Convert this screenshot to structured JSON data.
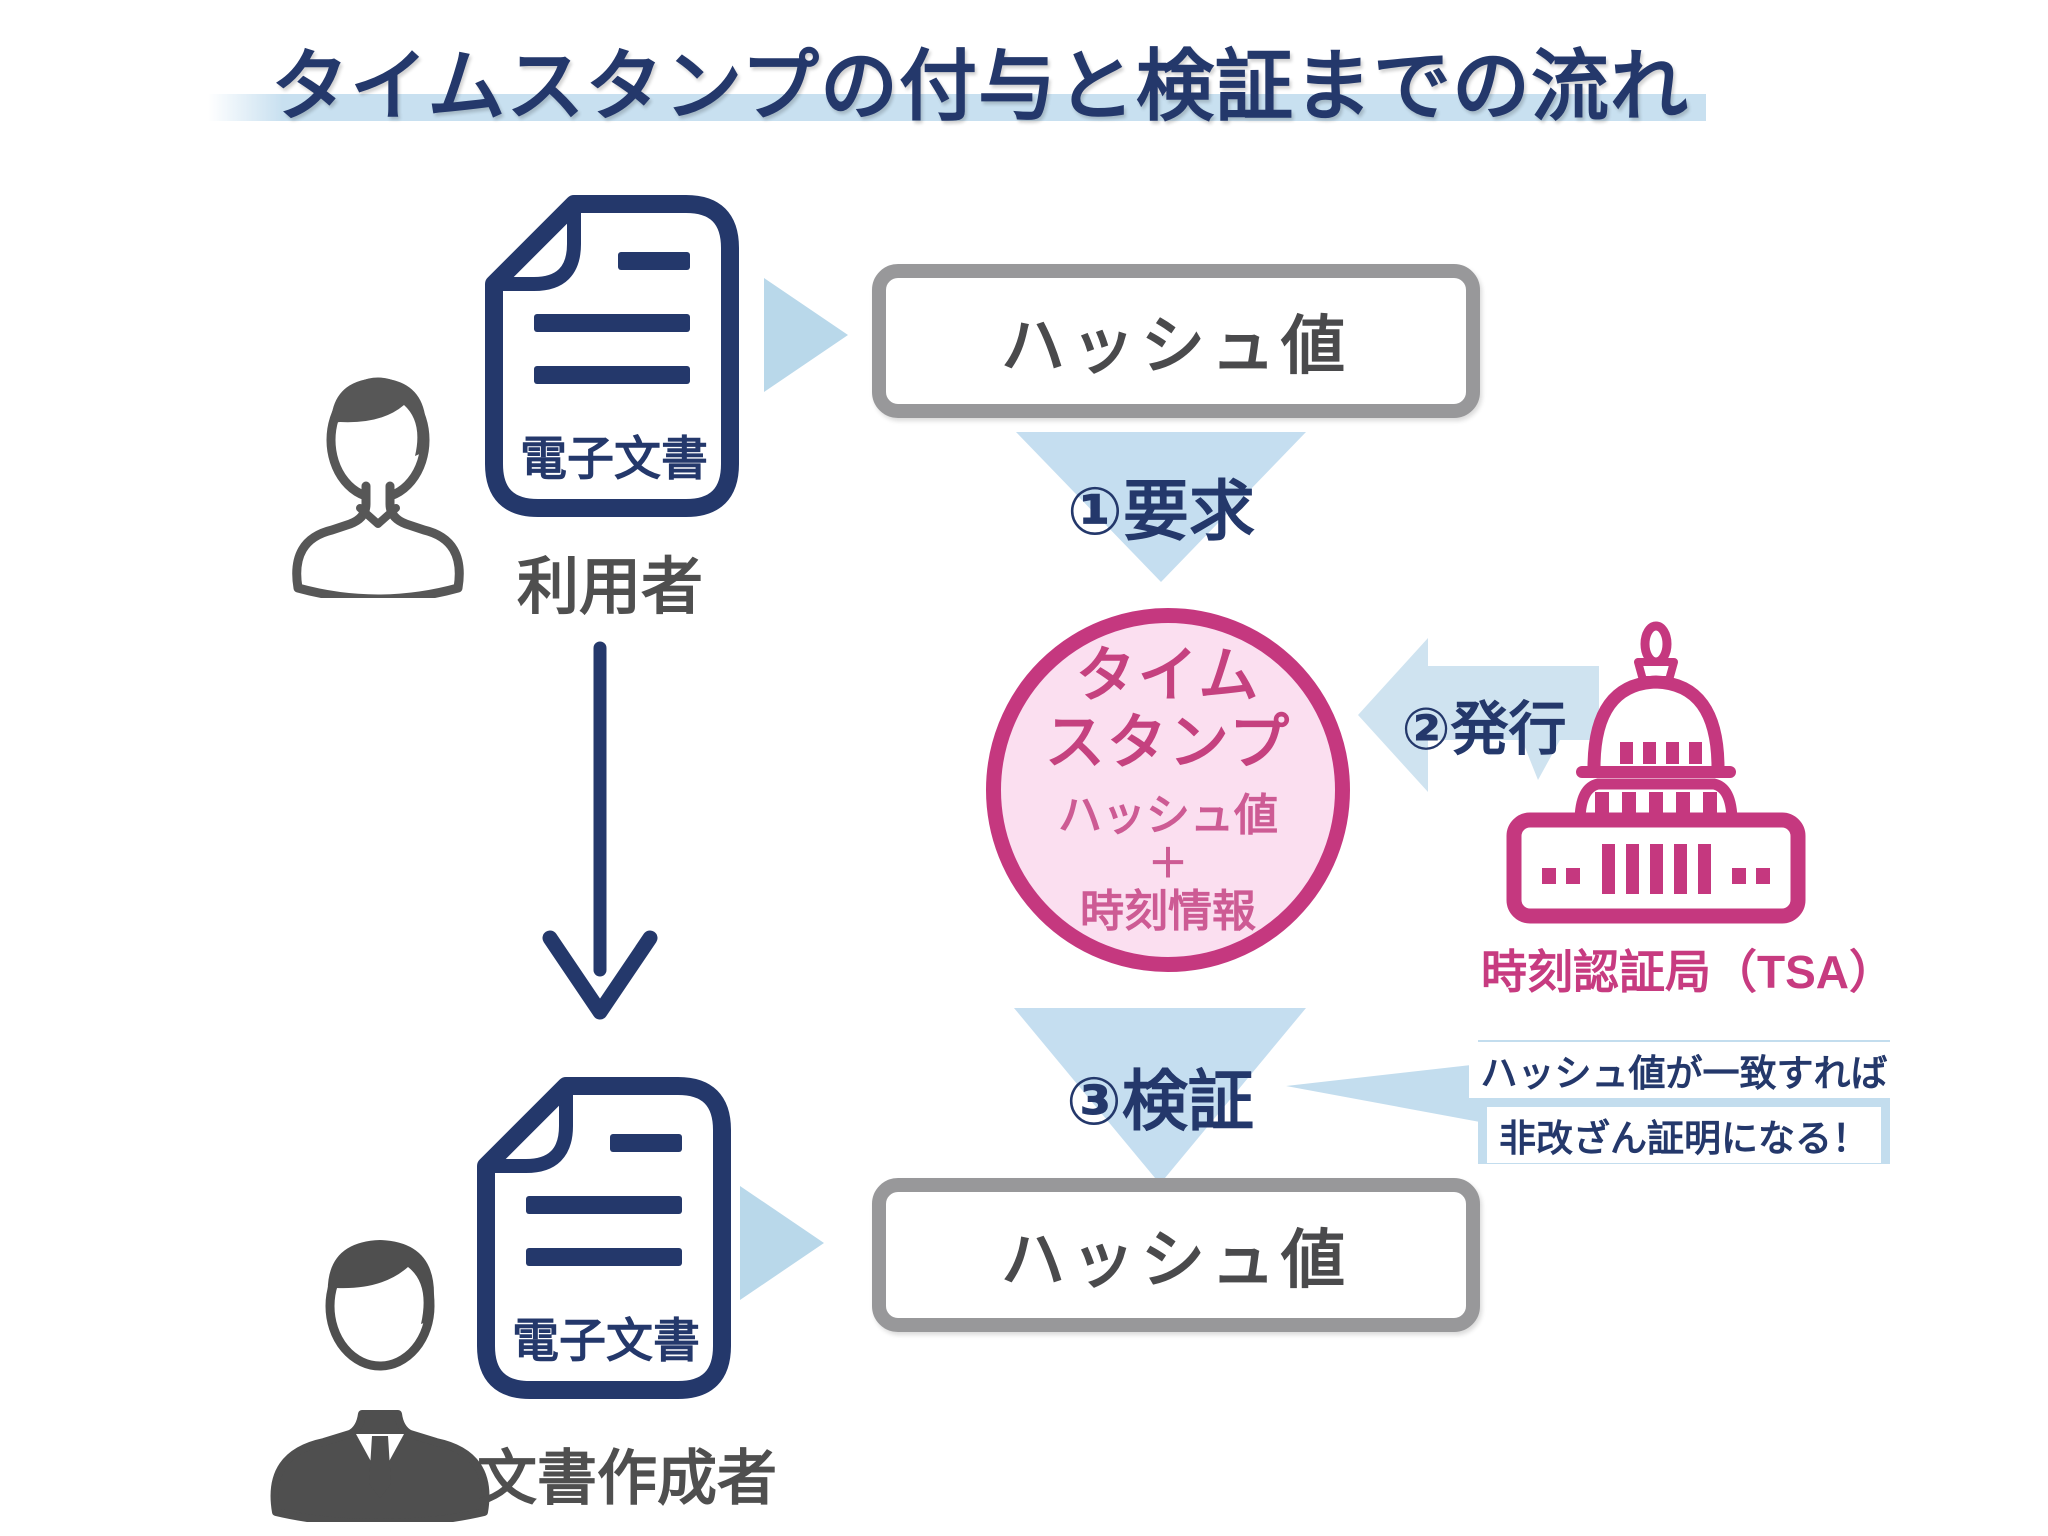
{
  "title": {
    "text": "タイムスタンプの付与と検証までの流れ"
  },
  "colors": {
    "navy": "#24386b",
    "gray_text": "#4f4f4f",
    "box_border_gray": "#98989a",
    "hash_text_gray": "#4a4a4c",
    "light_blue": "#c5def0",
    "arrow_blue": "#b9d8ea",
    "title_bar_blue": "#c8e0f0",
    "callout_blue": "#c3ddee",
    "pink": "#c5387f",
    "pink_fill": "#fbdff0",
    "pink_sub_text": "#cd5b94"
  },
  "top_flow": {
    "actor_label": "利用者",
    "document_label": "電子文書",
    "hash_label": "ハッシュ値"
  },
  "steps": {
    "request": "①要求",
    "issue": "②発行",
    "verify": "③検証"
  },
  "stamp": {
    "title_line1": "タイム",
    "title_line2": "スタンプ",
    "content_line1": "ハッシュ値",
    "content_plus": "＋",
    "content_line2": "時刻情報"
  },
  "tsa": {
    "label": "時刻認証局（TSA）"
  },
  "callout": {
    "line1": "ハッシュ値が一致すれば",
    "line2": "非改ざん証明になる！"
  },
  "bottom_flow": {
    "actor_label": "文書作成者",
    "document_label": "電子文書",
    "hash_label": "ハッシュ値"
  }
}
